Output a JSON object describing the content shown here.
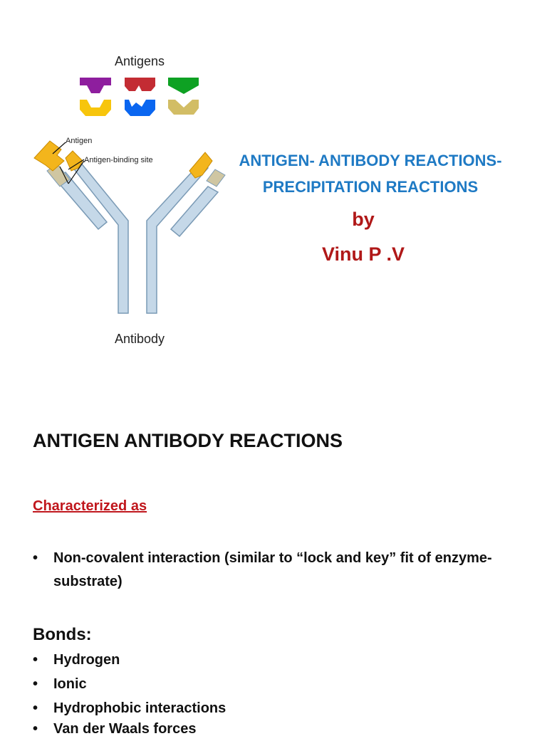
{
  "diagram": {
    "antigens_label": "Antigens",
    "antibody_label": "Antibody",
    "antigen_callout": "Antigen",
    "binding_site_callout": "Antigen-binding site",
    "antigen_colors": [
      "#8e1e9e",
      "#c32c33",
      "#0ea123",
      "#f7c50c",
      "#0a66f0",
      "#d2bd65"
    ],
    "chain_color": "#c5d8e8",
    "chain_outline": "#7a9ab5",
    "light_chain_tip": "#cfc6a2",
    "bound_antigen_color": "#f3b51c"
  },
  "title": {
    "line1": "ANTIGEN- ANTIBODY REACTIONS-",
    "line2": "PRECIPITATION REACTIONS",
    "by": "by",
    "author": "Vinu P .V"
  },
  "section": {
    "heading": "ANTIGEN ANTIBODY REACTIONS",
    "characterized_label": "Characterized as",
    "characterized_items": [
      "Non-covalent interaction (similar to “lock and key” fit of enzyme-substrate)"
    ],
    "bonds_heading": "Bonds:",
    "bonds": [
      "Hydrogen",
      "Ionic",
      "Hydrophobic interactions",
      "Van der Waals forces"
    ]
  }
}
